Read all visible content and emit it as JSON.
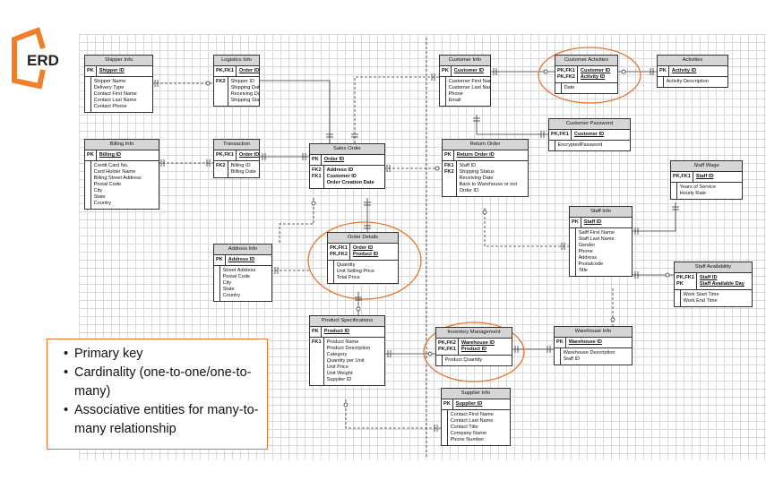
{
  "logo": {
    "text": "ERD",
    "color": "#f07f2a"
  },
  "entities": {
    "shipper": {
      "title": "Shipper Info",
      "keys": [
        "PK"
      ],
      "pk": [
        "Shipper ID"
      ],
      "fields": [
        "Shipper Name",
        "Delivery Type",
        "Contact First Name",
        "Contact Last Name",
        "Contact Phone"
      ]
    },
    "logistics": {
      "title": "Logistics Info",
      "keys": [
        "PK,FK1"
      ],
      "pk": [
        "Order ID"
      ],
      "fkeys": [
        "FK2"
      ],
      "fields": [
        "Shipper ID",
        "Shipping Date",
        "Receiving Date",
        "Shipping Status"
      ]
    },
    "billing": {
      "title": "Billing Info",
      "keys": [
        "PK"
      ],
      "pk": [
        "Billing ID"
      ],
      "fields": [
        "Credit Card No.",
        "Card Holder Name",
        "Billing Street Address",
        "Postal Code",
        "City",
        "State",
        "Country"
      ]
    },
    "transaction": {
      "title": "Transaction",
      "keys": [
        "PK,FK1"
      ],
      "pk": [
        "Order ID"
      ],
      "fkeys": [
        "FK2"
      ],
      "fields": [
        "Billing ID",
        "Billing Date"
      ]
    },
    "sales_order": {
      "title": "Sales Order",
      "keys": [
        "PK"
      ],
      "pk": [
        "Order ID"
      ],
      "fkeys": [
        "FK2",
        "FK1"
      ],
      "fields": [
        "Address ID",
        "Customer ID",
        "Order Creation Date"
      ]
    },
    "customer": {
      "title": "Customer Info",
      "keys": [
        "PK"
      ],
      "pk": [
        "Customer ID"
      ],
      "fields": [
        "Customer First Name",
        "Customer Last Name",
        "Phone",
        "Email"
      ]
    },
    "cust_activities": {
      "title": "Customer Activities",
      "keys": [
        "PK,FK1",
        "PK,FK2"
      ],
      "pk": [
        "Customer ID",
        "Activity ID"
      ],
      "fields": [
        "Date"
      ]
    },
    "activities": {
      "title": "Activities",
      "keys": [
        "PK"
      ],
      "pk": [
        "Activity ID"
      ],
      "fields": [
        "Activity Description"
      ]
    },
    "cust_password": {
      "title": "Customer Password",
      "keys": [
        "PK,FK1"
      ],
      "pk": [
        "Customer ID"
      ],
      "fields": [
        "EncryptedPassword"
      ]
    },
    "return_order": {
      "title": "Return Order",
      "keys": [
        "PK"
      ],
      "pk": [
        "Return Order ID"
      ],
      "fkeys": [
        "FK1",
        "",
        "",
        "",
        "FK2"
      ],
      "fields": [
        "Staff ID",
        "Shipping Status",
        "Receiving Date",
        "Back to Warehouse or not",
        "Order ID"
      ]
    },
    "staff_wage": {
      "title": "Staff Wage",
      "keys": [
        "PK,FK1"
      ],
      "pk": [
        "Staff ID"
      ],
      "fields": [
        "Years of Service",
        "Hourly Rate"
      ]
    },
    "staff_info": {
      "title": "Staff Info",
      "keys": [
        "PK"
      ],
      "pk": [
        "Staff ID"
      ],
      "fields": [
        "Satff First Name",
        "Staff Last Name",
        "Gender",
        "Phone",
        "Address",
        "Postalcode",
        "Title"
      ]
    },
    "staff_avail": {
      "title": "Staff Availability",
      "keys": [
        "PK,FK1",
        "PK"
      ],
      "pk": [
        "Staff ID",
        "Staff Available Day"
      ],
      "fields": [
        "Work Start Time",
        "Work End Time"
      ]
    },
    "address": {
      "title": "Address Info",
      "keys": [
        "PK"
      ],
      "pk": [
        "Address ID"
      ],
      "fields": [
        "Street Address",
        "Postal Code",
        "City",
        "State",
        "Country"
      ]
    },
    "order_details": {
      "title": "Order Details",
      "keys": [
        "PK,FK1",
        "PK,FK2"
      ],
      "pk": [
        "Order ID",
        "Product ID"
      ],
      "fields": [
        "Quantity",
        "Unit Selling Price",
        "Total Price"
      ]
    },
    "product_spec": {
      "title": "Product Specifications",
      "keys": [
        "PK"
      ],
      "pk": [
        "Product ID"
      ],
      "fkeys": [
        "",
        "",
        "",
        "",
        "",
        "",
        "",
        "FK1"
      ],
      "fields": [
        "Product Name",
        "Product Description",
        "Category",
        "Quantity per Unit",
        "Unit Price",
        "Unit Weight",
        "Supplier ID"
      ]
    },
    "inventory": {
      "title": "Inventory Management",
      "keys": [
        "PK,FK2",
        "PK,FK1"
      ],
      "pk": [
        "Warehouse ID",
        "Product ID"
      ],
      "fields": [
        "Product Quantity"
      ]
    },
    "warehouse": {
      "title": "Warehouse Info",
      "keys": [
        "PK"
      ],
      "pk": [
        "Warehouse ID"
      ],
      "fields": [
        "Warehouse Description",
        "Staff ID"
      ]
    },
    "supplier": {
      "title": "Supplier Info",
      "keys": [
        "PK"
      ],
      "pk": [
        "Supplier ID"
      ],
      "fields": [
        "Contact First Name",
        "Contact Last Name",
        "Contact Title",
        "Company Name",
        "Phone Number"
      ]
    }
  },
  "legend": {
    "items": [
      "Primary key",
      "Cardinality  (one-to-one/one-to-many)",
      "Associative entities for many-to-many relationship"
    ]
  },
  "colors": {
    "highlight": "#e8732a",
    "header": "#d6d6d6",
    "line": "#333333"
  }
}
